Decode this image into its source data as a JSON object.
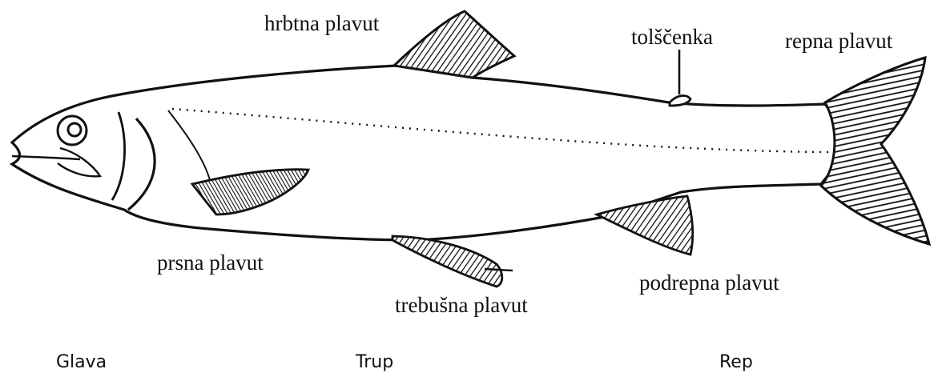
{
  "labels": {
    "dorsal_fin": "hrbtna plavut",
    "adipose_fin": "tolščenka",
    "caudal_fin": "repna plavut",
    "pectoral_fin": "prsna plavut",
    "pelvic_fin": "trebušna plavut",
    "anal_fin": "podrepna plavut"
  },
  "sections": {
    "head": "Glava",
    "trunk": "Trup",
    "tail": "Rep"
  },
  "colors": {
    "ink": "#111111",
    "background": "#ffffff"
  }
}
